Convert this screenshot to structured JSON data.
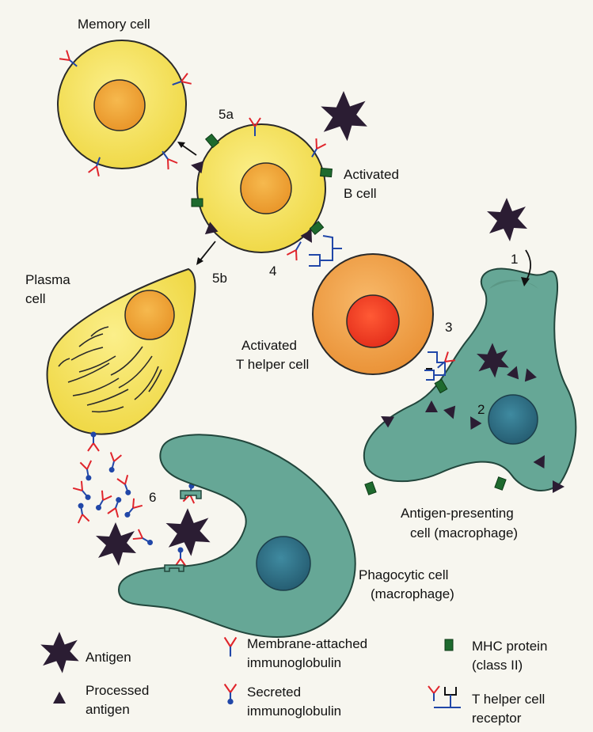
{
  "labels": {
    "memory_cell": "Memory cell",
    "activated_b_1": "Activated",
    "activated_b_2": "B cell",
    "plasma_1": "Plasma",
    "plasma_2": "cell",
    "activated_t_1": "Activated",
    "activated_t_2": "T helper cell",
    "apc_1": "Antigen-presenting",
    "apc_2": "cell (macrophage)",
    "phago_1": "Phagocytic cell",
    "phago_2": "(macrophage)"
  },
  "steps": {
    "s1": "1",
    "s2": "2",
    "s3": "3",
    "s4": "4",
    "s5a": "5a",
    "s5b": "5b",
    "s6": "6"
  },
  "legend": {
    "antigen": "Antigen",
    "processed_1": "Processed",
    "processed_2": "antigen",
    "membrane_1": "Membrane-attached",
    "membrane_2": "immunoglobulin",
    "secreted_1": "Secreted",
    "secreted_2": "immunoglobulin",
    "mhc_1": "MHC protein",
    "mhc_2": "(class II)",
    "thr_1": "T helper cell",
    "thr_2": "receptor"
  },
  "colors": {
    "b_cell": "#f4e257",
    "nucleus_orange": "#f0a53a",
    "t_cell": "#f2a04a",
    "t_nucleus": "#f23a1f",
    "macrophage": "#66a796",
    "mac_nucleus": "#2f6f85",
    "antigen": "#2b1d33",
    "ig_red": "#e0252c",
    "ig_blue": "#2147a8",
    "mhc": "#1e6a2e"
  }
}
